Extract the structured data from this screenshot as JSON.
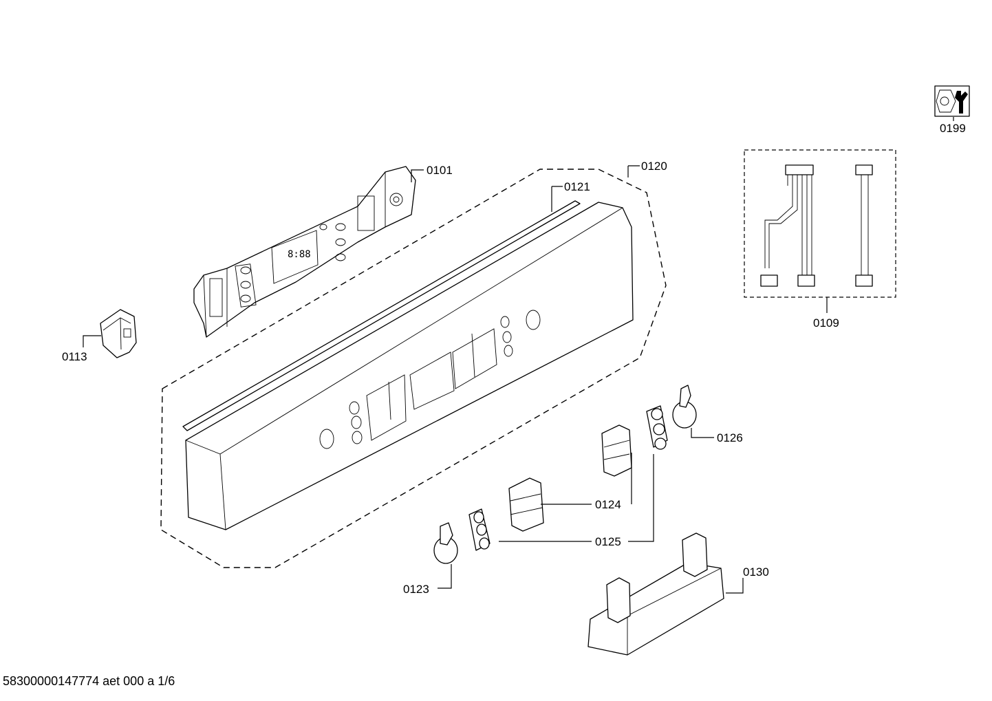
{
  "diagram": {
    "parts": [
      {
        "id": "p0101",
        "label": "0101"
      },
      {
        "id": "p0109",
        "label": "0109"
      },
      {
        "id": "p0113",
        "label": "0113"
      },
      {
        "id": "p0120",
        "label": "0120"
      },
      {
        "id": "p0121",
        "label": "0121"
      },
      {
        "id": "p0123",
        "label": "0123"
      },
      {
        "id": "p0124",
        "label": "0124"
      },
      {
        "id": "p0125",
        "label": "0125"
      },
      {
        "id": "p0126",
        "label": "0126"
      },
      {
        "id": "p0130",
        "label": "0130"
      },
      {
        "id": "p0199",
        "label": "0199"
      }
    ],
    "icons": {
      "tool_icon": "wrench-nut-icon"
    }
  },
  "footer": {
    "doc_code": "58300000147774 aet 000 a 1/6"
  }
}
